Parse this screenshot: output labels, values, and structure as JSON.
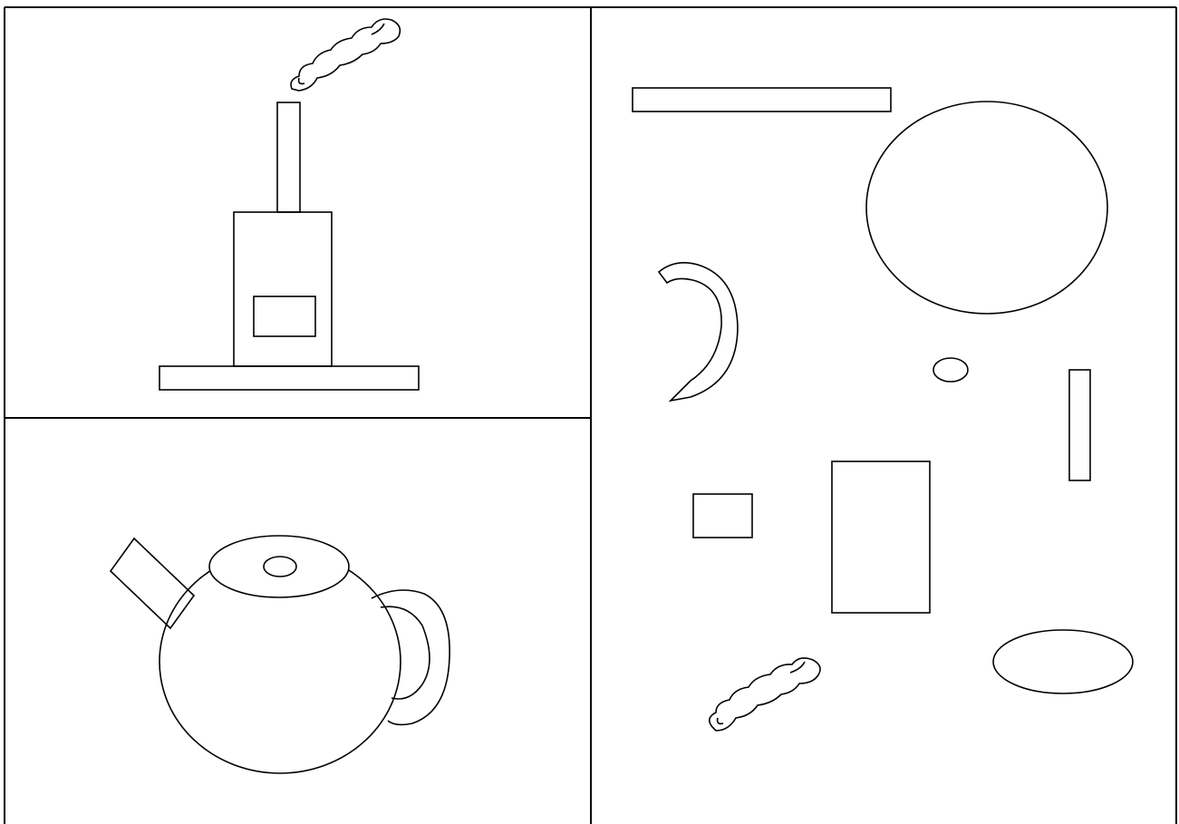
{
  "colors": {
    "background": "#ffffff",
    "stroke": "#000000"
  },
  "panels": [
    {
      "id": "stove",
      "items": [
        "base-plate",
        "stove-body",
        "stove-door",
        "chimney-pipe",
        "smoke-cloud"
      ]
    },
    {
      "id": "teapot",
      "items": [
        "teapot-body",
        "teapot-lid",
        "teapot-lid-knob",
        "teapot-handle",
        "teapot-spout"
      ]
    },
    {
      "id": "loose-shapes",
      "items": [
        "long-bar",
        "large-ellipse",
        "crescent",
        "small-oval",
        "thin-vertical-bar",
        "small-rectangle",
        "tall-rectangle",
        "wide-ellipse",
        "smoke-cloud"
      ]
    }
  ]
}
